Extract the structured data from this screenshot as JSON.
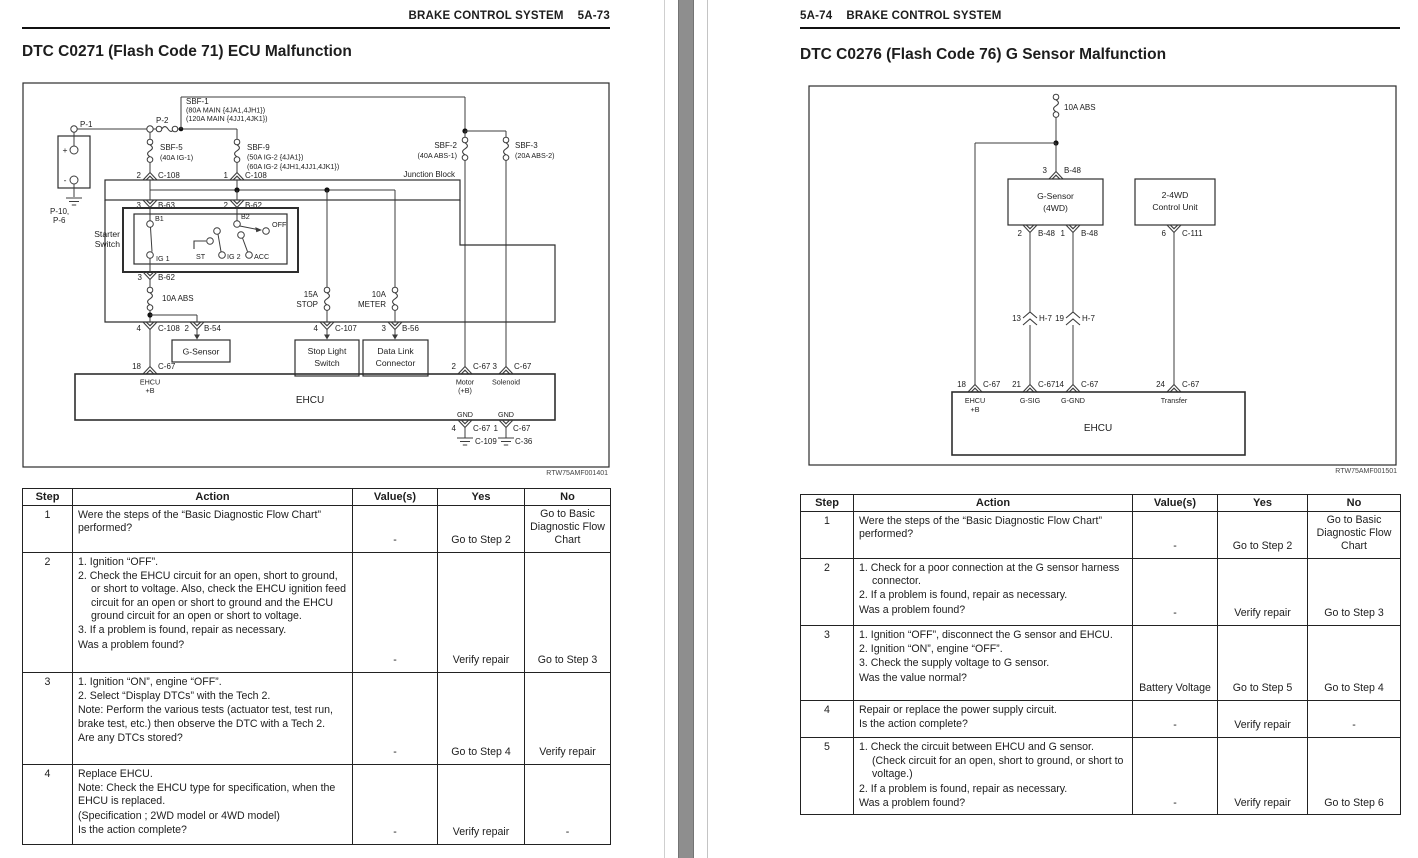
{
  "left_page": {
    "header": {
      "section": "BRAKE CONTROL SYSTEM",
      "page": "5A-73"
    },
    "title": "DTC C0271 (Flash Code 71) ECU Malfunction",
    "figure_ref": "RTW75AMF001401",
    "diagram": {
      "labels": {
        "p1": "P-1",
        "p2": "P-2",
        "bat_plus": "+",
        "bat_minus": "-",
        "p10": "P-10,",
        "p6": "P-6",
        "sbf1": "SBF-1",
        "sbf1a": "(80A MAIN {4JA1,4JH1})",
        "sbf1b": "(120A MAIN {4JJ1,4JK1})",
        "sbf5": "SBF-5",
        "sbf5a": "(40A IG-1)",
        "sbf9": "SBF-9",
        "sbf9a": "(50A IG-2 {4JA1})",
        "sbf9b": "(60A IG-2 {4JH1,4JJ1,4JK1})",
        "sbf2": "SBF-2",
        "sbf2a": "(40A ABS-1)",
        "sbf3": "SBF-3",
        "sbf3a": "(20A ABS-2)",
        "junction_block": "Junction Block",
        "c108_2n": "2",
        "c108_2": "C-108",
        "c108_1n": "1",
        "c108_1": "C-108",
        "b63n": "3",
        "b63": "B-63",
        "b62n": "2",
        "b62": "B-62",
        "starter1": "Starter",
        "starter2": "Switch",
        "b1": "B1",
        "b2": "B2",
        "off": "OFF",
        "st": "ST",
        "ig1": "IG 1",
        "ig2": "IG 2",
        "acc": "ACC",
        "b62_3n": "3",
        "b62_3": "B-62",
        "fuse_abs": "10A ABS",
        "fuse_stop1": "15A",
        "fuse_stop2": "STOP",
        "fuse_meter1": "10A",
        "fuse_meter2": "METER",
        "c108_4n": "4",
        "c108_4": "C-108",
        "b54n": "2",
        "b54": "B-54",
        "c107n": "4",
        "c107": "C-107",
        "b56n": "3",
        "b56": "B-56",
        "g_sensor": "G-Sensor",
        "sls1": "Stop Light",
        "sls2": "Switch",
        "dlc1": "Data Link",
        "dlc2": "Connector",
        "c67_18n": "18",
        "c67_18": "C-67",
        "ehcu_b1": "EHCU",
        "ehcu_b2": "+B",
        "c67_2n": "2",
        "c67_2": "C-67",
        "motor1": "Motor",
        "motor2": "(+B)",
        "c67_3n": "3",
        "c67_3": "C-67",
        "solenoid": "Solenoid",
        "ehcu": "EHCU",
        "gnd_l": "GND",
        "gnd_r": "GND",
        "c67_4n": "4",
        "c67_4": "C-67",
        "c109": "C-109",
        "c67_1n": "1",
        "c67_1": "C-67",
        "c36": "C-36"
      }
    },
    "table": {
      "headers": [
        "Step",
        "Action",
        "Value(s)",
        "Yes",
        "No"
      ],
      "rows": [
        {
          "step": "1",
          "action": [
            [
              "plain",
              "Were the steps of the “Basic Diagnostic Flow Chart” performed?"
            ]
          ],
          "value": "-",
          "yes": "Go to Step 2",
          "no": "Go to Basic Diagnostic Flow Chart"
        },
        {
          "step": "2",
          "action": [
            [
              "hang",
              "1. Ignition “OFF”."
            ],
            [
              "hang",
              "2. Check the EHCU circuit for an open, short to ground, or short to voltage. Also, check the EHCU ignition feed circuit for an open or short to ground and the EHCU ground circuit for an open or short to voltage."
            ],
            [
              "hang",
              "3. If a problem is found, repair as necessary."
            ],
            [
              "plain",
              "Was a problem found?"
            ]
          ],
          "value": "-",
          "yes": "Verify repair",
          "no": "Go to Step 3"
        },
        {
          "step": "3",
          "action": [
            [
              "hang",
              "1. Ignition “ON”, engine “OFF”."
            ],
            [
              "hang",
              "2. Select “Display DTCs” with the Tech 2."
            ],
            [
              "plain",
              "Note: Perform the various tests (actuator test, test run, brake test, etc.) then observe the DTC with a Tech 2."
            ],
            [
              "plain",
              "Are any DTCs stored?"
            ]
          ],
          "value": "-",
          "yes": "Go to Step 4",
          "no": "Verify repair"
        },
        {
          "step": "4",
          "action": [
            [
              "plain",
              "Replace EHCU."
            ],
            [
              "plain",
              "Note: Check the EHCU type for specification, when the EHCU is replaced."
            ],
            [
              "plain",
              "(Specification ; 2WD model or 4WD model)"
            ],
            [
              "plain",
              "Is the action complete?"
            ]
          ],
          "value": "-",
          "yes": "Verify repair",
          "no": "-"
        }
      ]
    }
  },
  "right_page": {
    "header": {
      "page": "5A-74",
      "section": "BRAKE CONTROL SYSTEM"
    },
    "title": "DTC C0276 (Flash Code 76) G Sensor Malfunction",
    "figure_ref": "RTW75AMF001501",
    "diagram": {
      "labels": {
        "fuse_abs": "10A ABS",
        "b48_3n": "3",
        "b48_3": "B-48",
        "gs1": "G-Sensor",
        "gs2": "(4WD)",
        "cu1": "2-4WD",
        "cu2": "Control Unit",
        "b48_2n": "2",
        "b48_2": "B-48",
        "b48_1n": "1",
        "b48_1": "B-48",
        "c111n": "6",
        "c111": "C-111",
        "h7_13n": "13",
        "h7_13": "H-7",
        "h7_19n": "19",
        "h7_19": "H-7",
        "c67_18n": "18",
        "c67_18": "C-67",
        "ehcu_b1": "EHCU",
        "ehcu_b2": "+B",
        "c67_21n": "21",
        "c67_21": "C-67",
        "gsig": "G-SIG",
        "c67_14n": "14",
        "c67_14": "C-67",
        "ggnd": "G-GND",
        "c67_24n": "24",
        "c67_24": "C-67",
        "transfer": "Transfer",
        "ehcu": "EHCU"
      }
    },
    "table": {
      "headers": [
        "Step",
        "Action",
        "Value(s)",
        "Yes",
        "No"
      ],
      "rows": [
        {
          "step": "1",
          "action": [
            [
              "plain",
              "Were the steps of the “Basic Diagnostic Flow Chart” performed?"
            ]
          ],
          "value": "-",
          "yes": "Go to Step 2",
          "no": "Go to Basic Diagnostic Flow Chart"
        },
        {
          "step": "2",
          "action": [
            [
              "hang",
              "1. Check for a poor connection at the G sensor harness connector."
            ],
            [
              "hang",
              "2. If a problem is found, repair as necessary."
            ],
            [
              "plain",
              "Was a problem found?"
            ]
          ],
          "value": "-",
          "yes": "Verify repair",
          "no": "Go to Step 3"
        },
        {
          "step": "3",
          "action": [
            [
              "hang",
              "1. Ignition “OFF”, disconnect the G sensor and EHCU."
            ],
            [
              "hang",
              "2. Ignition “ON”, engine “OFF”."
            ],
            [
              "hang",
              "3. Check the supply voltage to G sensor."
            ],
            [
              "plain",
              "Was the value normal?"
            ]
          ],
          "value": "Battery Voltage",
          "yes": "Go to Step 5",
          "no": "Go to Step 4"
        },
        {
          "step": "4",
          "action": [
            [
              "plain",
              "Repair or replace the power supply circuit."
            ],
            [
              "plain",
              "Is the action complete?"
            ]
          ],
          "value": "-",
          "yes": "Verify repair",
          "no": "-"
        },
        {
          "step": "5",
          "action": [
            [
              "hang",
              "1. Check the circuit between EHCU and G sensor."
            ],
            [
              "sub",
              "(Check circuit for an open, short to ground, or short to voltage.)"
            ],
            [
              "hang",
              "2. If a problem is found, repair as necessary."
            ],
            [
              "plain",
              "Was a problem found?"
            ]
          ],
          "value": "-",
          "yes": "Verify repair",
          "no": "Go to Step 6"
        }
      ]
    }
  }
}
